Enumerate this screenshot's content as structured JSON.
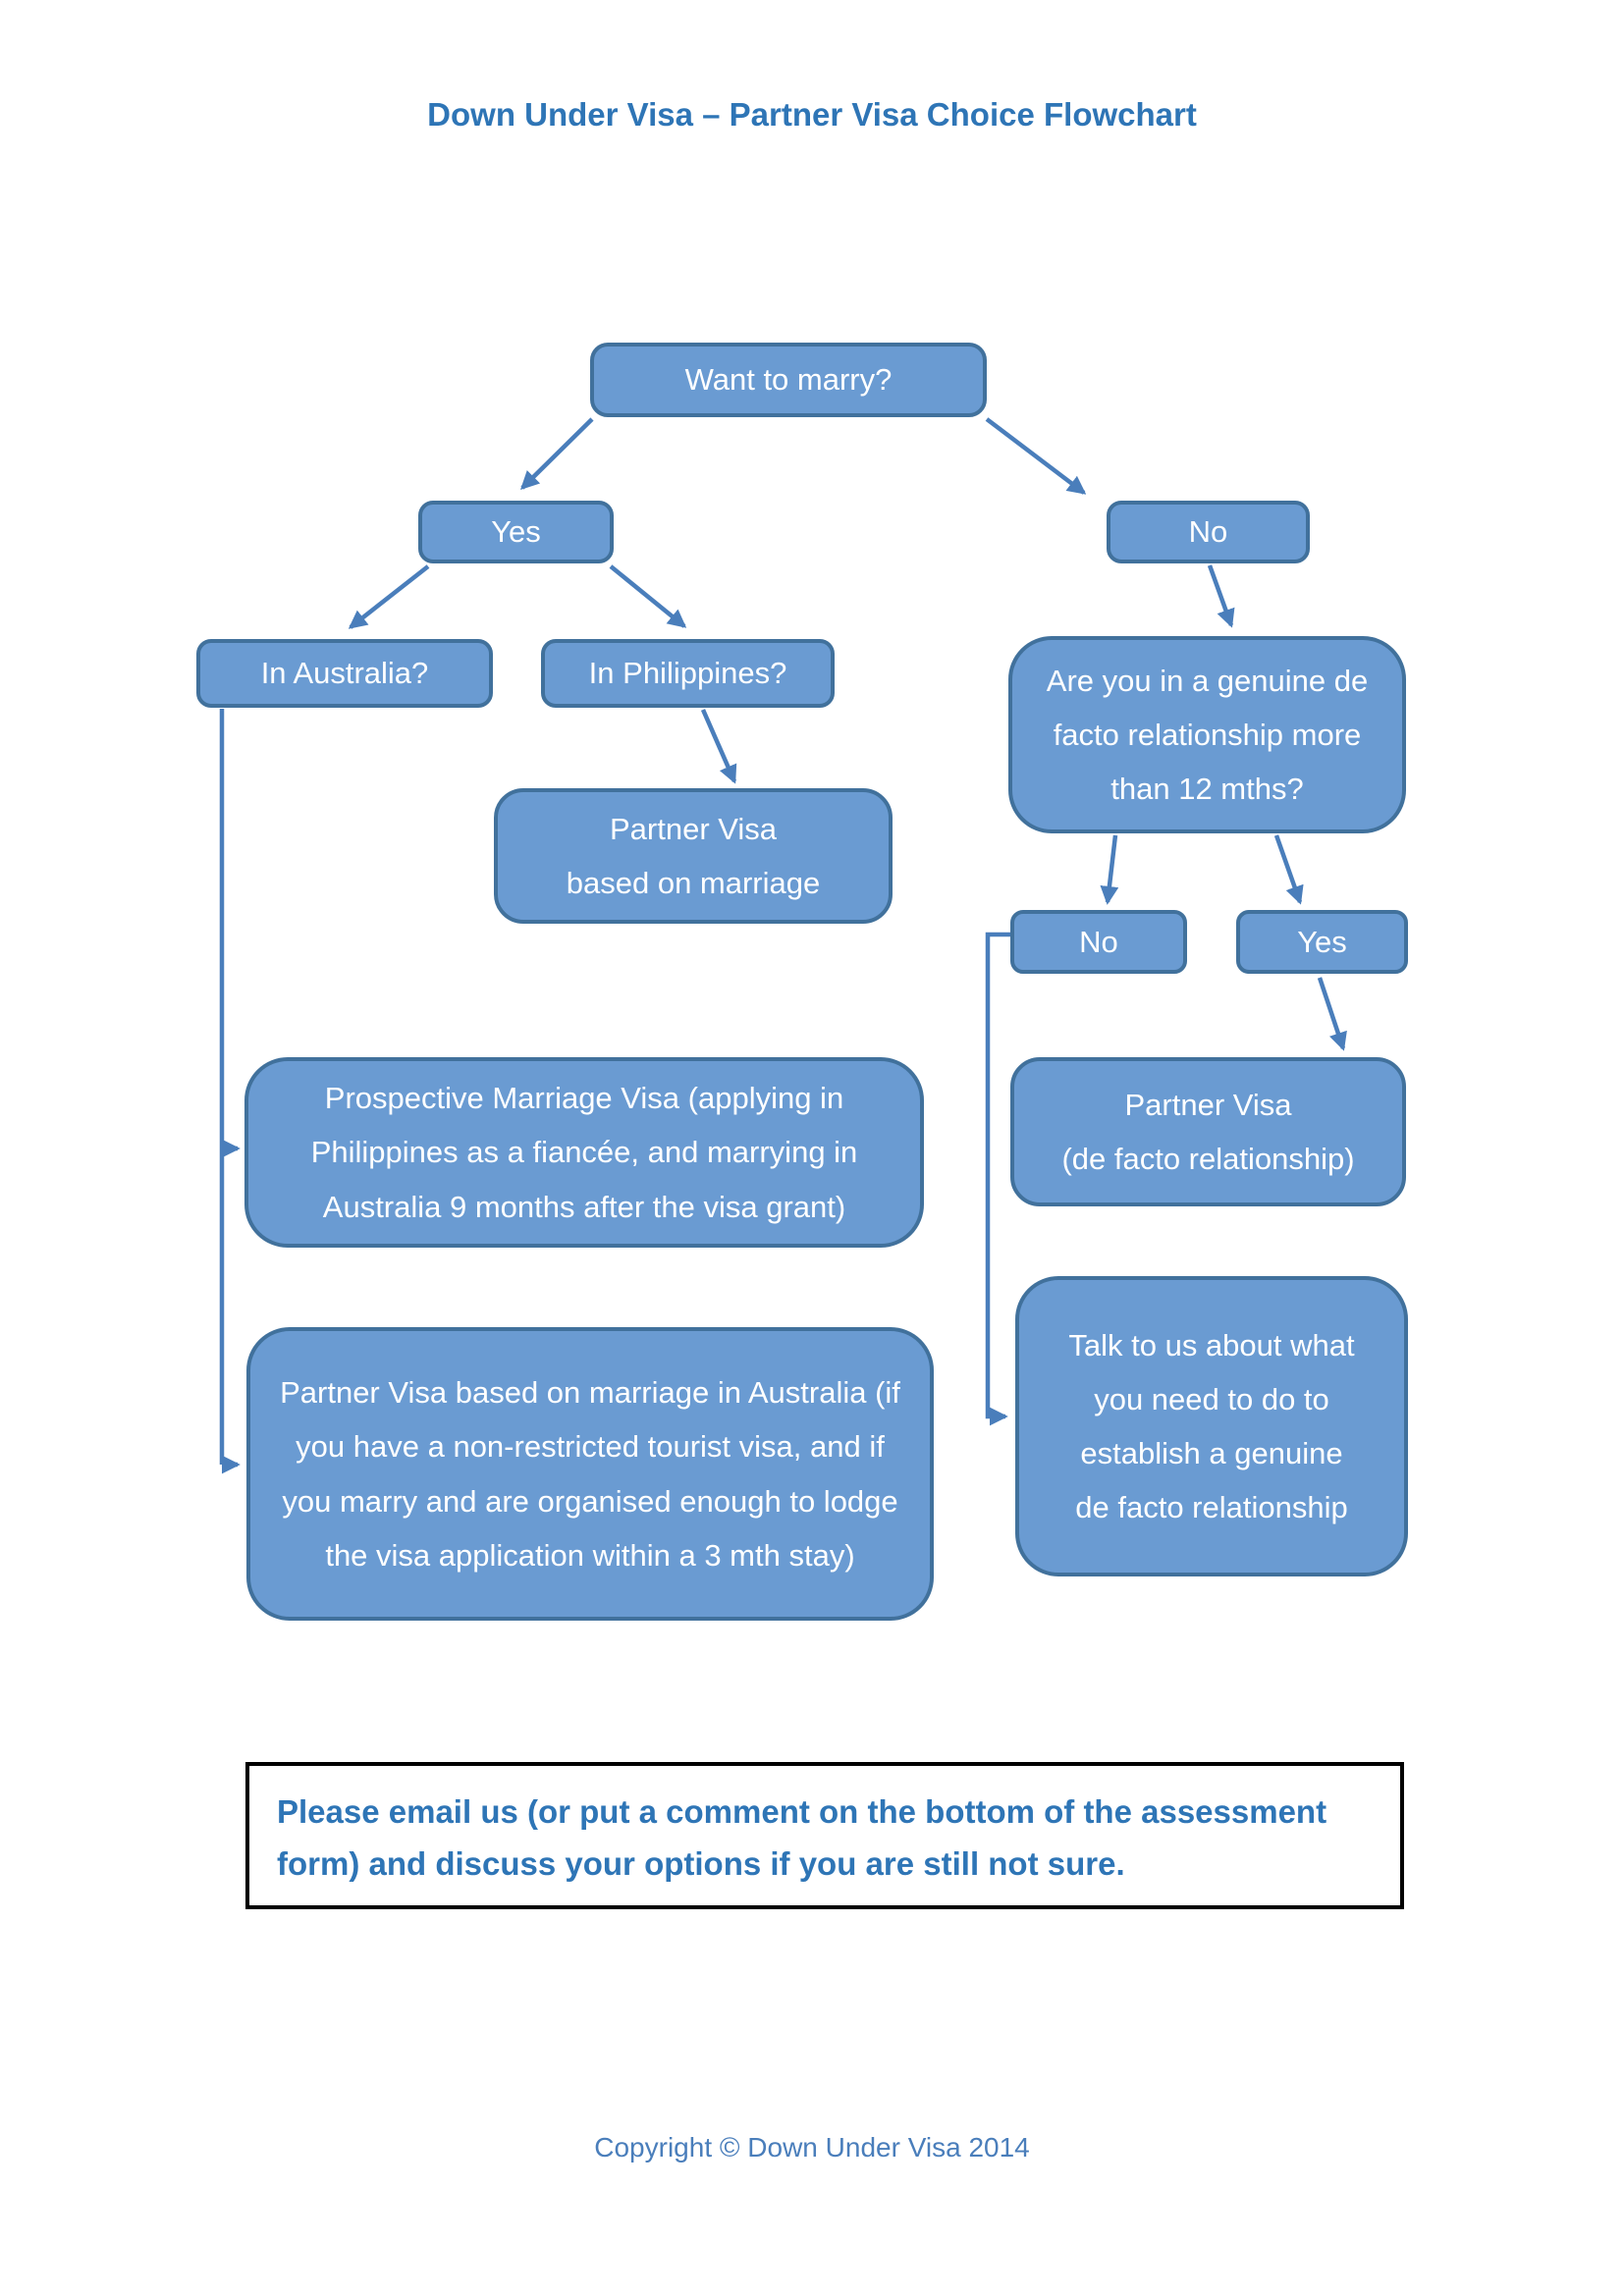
{
  "title": "Down Under Visa – Partner Visa Choice Flowchart",
  "colors": {
    "node_fill": "#6A9BD2",
    "node_border": "#41719C",
    "node_text": "#FFFFFF",
    "connector": "#4A7EBB",
    "title_text": "#2E75B6",
    "notice_border": "#000000"
  },
  "nodes": {
    "want_to_marry": "Want to marry?",
    "yes1": "Yes",
    "no1": "No",
    "in_australia": "In Australia?",
    "in_philippines": "In Philippines?",
    "genuine_de_facto": "Are you in a genuine de facto relationship more than 12 mths?",
    "partner_visa_marriage": {
      "line1": "Partner Visa",
      "line2": "based on marriage"
    },
    "no2": "No",
    "yes2": "Yes",
    "prospective_marriage_visa": "Prospective Marriage Visa (applying in Philippines as a fiancée, and marrying in Australia 9 months after the visa grant)",
    "partner_visa_de_facto": {
      "line1": "Partner Visa",
      "line2": "(de facto relationship)"
    },
    "partner_visa_marriage_australia": "Partner Visa based on marriage in Australia (if you have a non-restricted tourist visa, and if you marry and are organised enough to lodge the visa application within a 3 mth stay)",
    "talk_to_us": "Talk to us about what you need to do to establish a genuine de facto relationship"
  },
  "notice": "Please email us (or put a comment on the bottom of the assessment form) and discuss your options if you are still not sure.",
  "footer": "Copyright © Down Under Visa 2014"
}
